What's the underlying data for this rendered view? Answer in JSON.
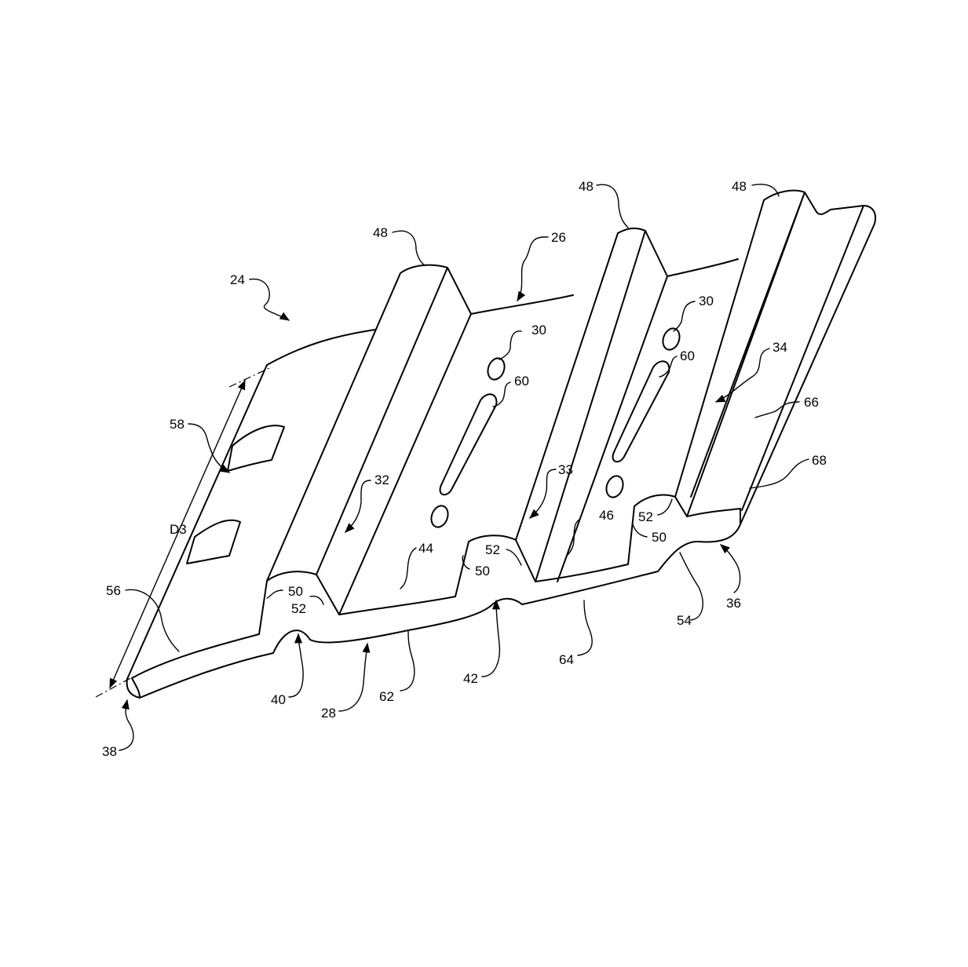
{
  "figure": {
    "labels": [
      {
        "id": "ref-24",
        "text": "24"
      },
      {
        "id": "ref-26",
        "text": "26"
      },
      {
        "id": "ref-48-a",
        "text": "48"
      },
      {
        "id": "ref-48-b",
        "text": "48"
      },
      {
        "id": "ref-48-c",
        "text": "48"
      },
      {
        "id": "ref-30-a",
        "text": "30"
      },
      {
        "id": "ref-30-b",
        "text": "30"
      },
      {
        "id": "ref-60-a",
        "text": "60"
      },
      {
        "id": "ref-60-b",
        "text": "60"
      },
      {
        "id": "ref-34",
        "text": "34"
      },
      {
        "id": "ref-66",
        "text": "66"
      },
      {
        "id": "ref-68",
        "text": "68"
      },
      {
        "id": "ref-58",
        "text": "58"
      },
      {
        "id": "ref-d3",
        "text": "D3"
      },
      {
        "id": "ref-32",
        "text": "32"
      },
      {
        "id": "ref-33",
        "text": "33"
      },
      {
        "id": "ref-44",
        "text": "44"
      },
      {
        "id": "ref-46",
        "text": "46"
      },
      {
        "id": "ref-52-a",
        "text": "52"
      },
      {
        "id": "ref-52-b",
        "text": "52"
      },
      {
        "id": "ref-52-c",
        "text": "52"
      },
      {
        "id": "ref-50-a",
        "text": "50"
      },
      {
        "id": "ref-50-b",
        "text": "50"
      },
      {
        "id": "ref-50-c",
        "text": "50"
      },
      {
        "id": "ref-56",
        "text": "56"
      },
      {
        "id": "ref-54",
        "text": "54"
      },
      {
        "id": "ref-36",
        "text": "36"
      },
      {
        "id": "ref-64",
        "text": "64"
      },
      {
        "id": "ref-42",
        "text": "42"
      },
      {
        "id": "ref-62",
        "text": "62"
      },
      {
        "id": "ref-40",
        "text": "40"
      },
      {
        "id": "ref-28",
        "text": "28"
      },
      {
        "id": "ref-38",
        "text": "38"
      }
    ]
  }
}
